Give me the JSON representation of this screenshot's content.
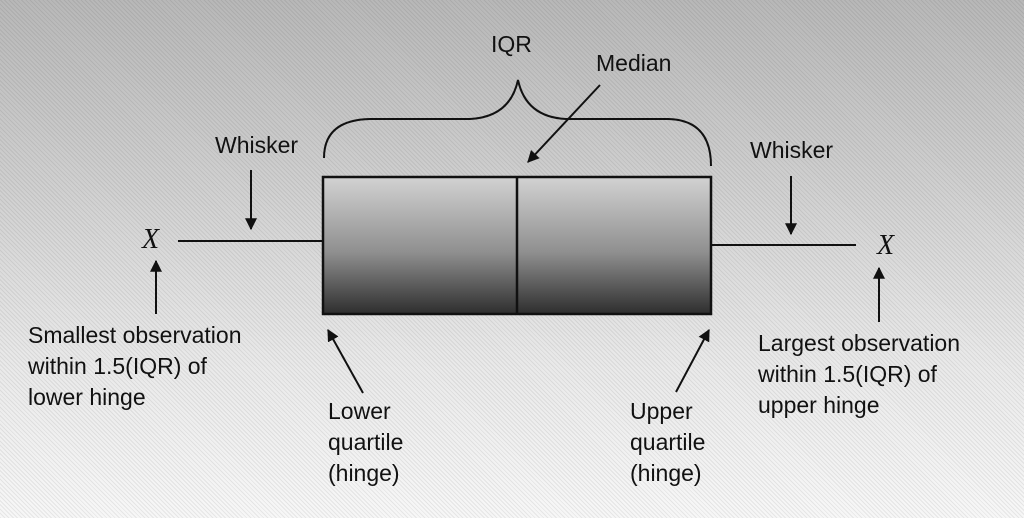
{
  "labels": {
    "iqr": "IQR",
    "median": "Median",
    "whisker_left": "Whisker",
    "whisker_right": "Whisker",
    "x_left": "X",
    "x_right": "X",
    "smallest": [
      "Smallest observation",
      "within 1.5(IQR) of",
      "lower hinge"
    ],
    "lower_quartile": [
      "Lower",
      "quartile",
      "(hinge)"
    ],
    "upper_quartile": [
      "Upper",
      "quartile",
      "(hinge)"
    ],
    "largest": [
      "Largest observation",
      "within 1.5(IQR) of",
      "upper hinge"
    ]
  }
}
